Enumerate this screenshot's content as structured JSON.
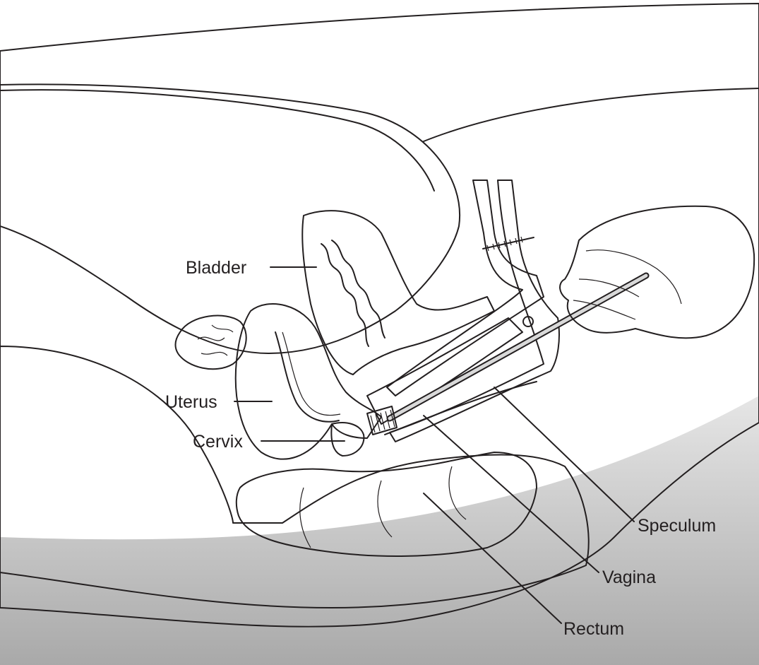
{
  "labels": {
    "bladder": "Bladder",
    "uterus": "Uterus",
    "cervix": "Cervix",
    "speculum": "Speculum",
    "vagina": "Vagina",
    "rectum": "Rectum"
  },
  "colors": {
    "tissue_light": "#fad3e1",
    "tissue_mid": "#f5a9c6",
    "tissue_deep": "#ec6fa0",
    "table_gray": "#c8c8c8",
    "hand_gray": "#b9b9b9",
    "outline": "#231f20"
  }
}
